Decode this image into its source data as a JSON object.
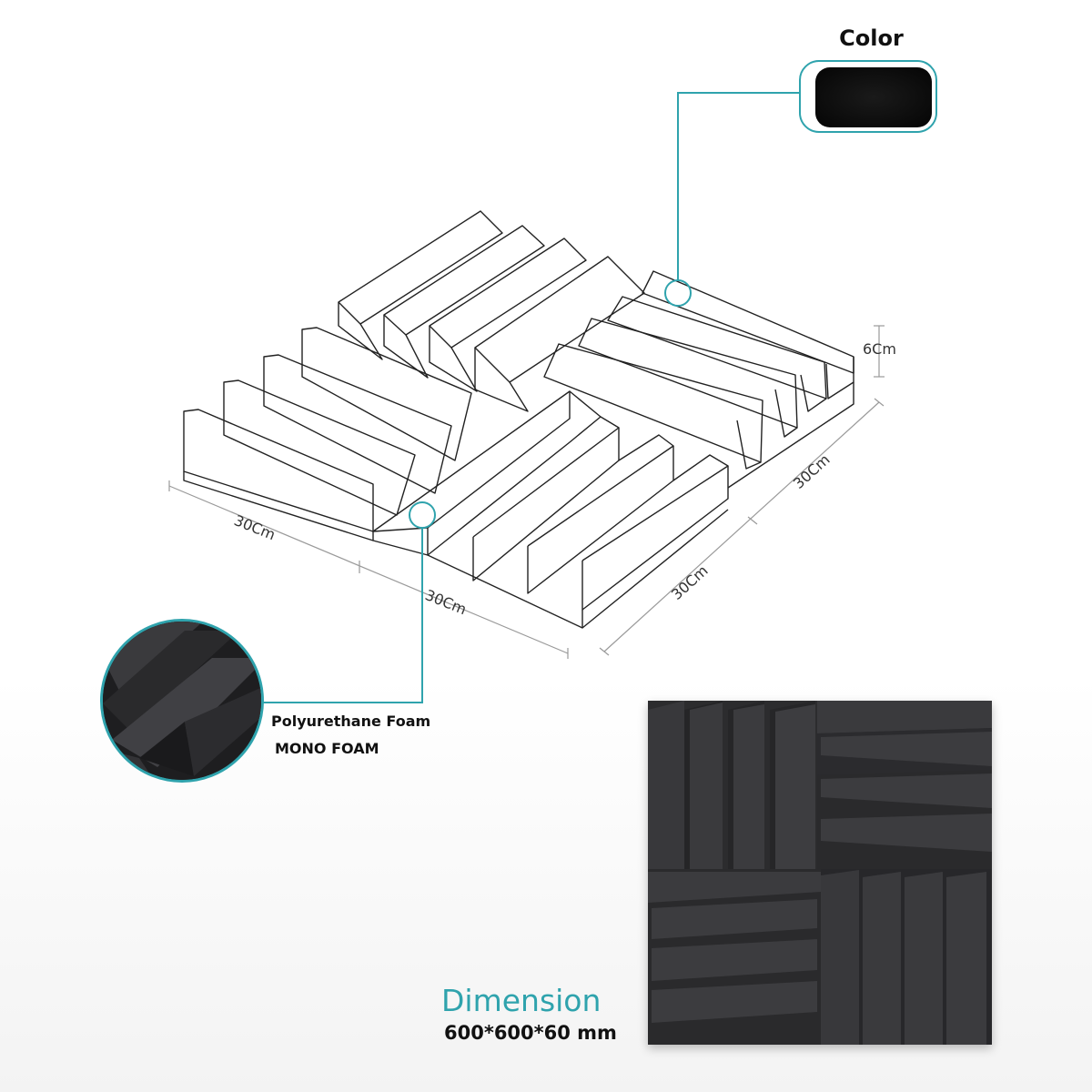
{
  "color_section": {
    "title": "Color",
    "swatch_color": "#0a0a0a"
  },
  "dimensions": {
    "width_1": "30Cm",
    "width_2": "30Cm",
    "depth_1": "30Cm",
    "depth_2": "30Cm",
    "height": "6Cm"
  },
  "material": {
    "line1": "Polyurethane Foam",
    "line2": "MONO FOAM"
  },
  "dimension_section": {
    "title": "Dimension",
    "value": "600*600*60 mm"
  },
  "colors": {
    "accent": "#2fa3ad",
    "foam": "#2d2d2f",
    "outline": "#222222"
  }
}
